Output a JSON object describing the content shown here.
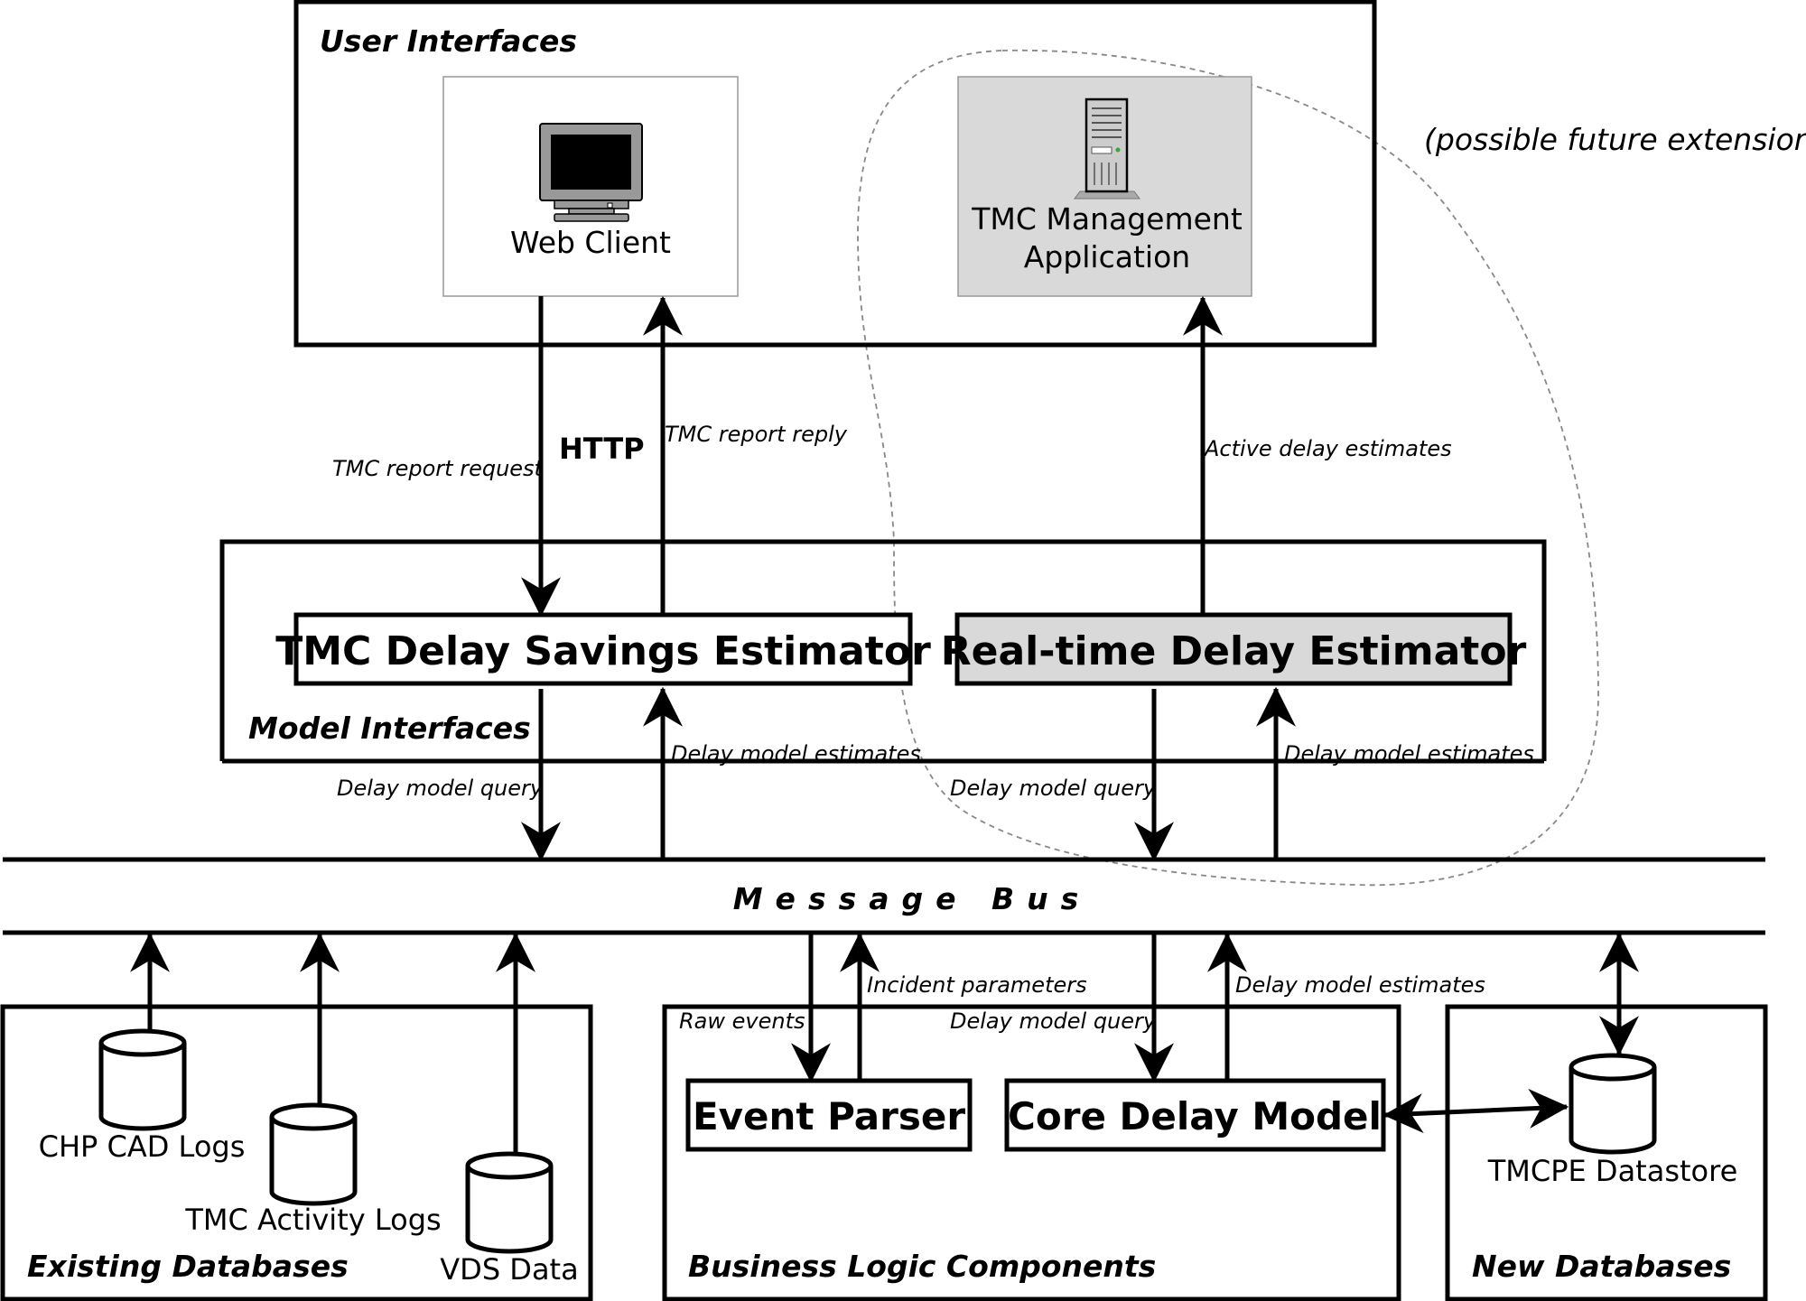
{
  "groups": {
    "user_interfaces": "User Interfaces",
    "model_interfaces": "Model Interfaces",
    "existing_databases": "Existing Databases",
    "business_logic": "Business Logic Components",
    "new_databases": "New Databases"
  },
  "note": "(possible future extension)",
  "ui": {
    "web_client": "Web Client",
    "tmc_mgmt_line1": "TMC Management",
    "tmc_mgmt_line2": "Application"
  },
  "components": {
    "savings_estimator": "TMC Delay Savings Estimator",
    "realtime_estimator": "Real-time Delay Estimator",
    "event_parser": "Event Parser",
    "core_delay_model": "Core Delay Model"
  },
  "bus": {
    "label": "Message Bus"
  },
  "protocol": "HTTP",
  "edges": {
    "tmc_report_request": "TMC report request",
    "tmc_report_reply": "TMC report reply",
    "active_delay_estimates": "Active delay estimates",
    "delay_model_query": "Delay model query",
    "delay_model_estimates": "Delay model estimates",
    "raw_events": "Raw events",
    "incident_parameters": "Incident parameters"
  },
  "databases": {
    "chp_cad_logs": "CHP CAD Logs",
    "tmc_activity_logs": "TMC Activity Logs",
    "vds_data": "VDS Data",
    "tmcpe_datastore": "TMCPE Datastore"
  }
}
